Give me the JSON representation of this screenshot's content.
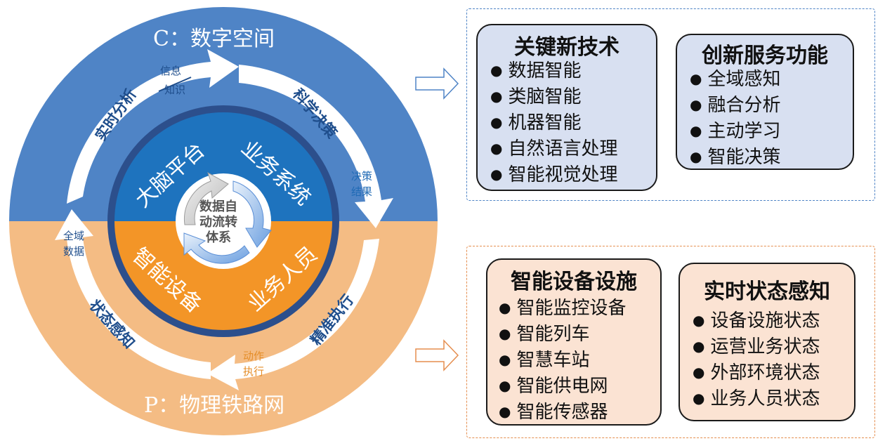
{
  "cyber_space_label": "C：数字空间",
  "physical_space_label": "P：物理铁路网",
  "outer_ring": {
    "realtime_analysis": "实时分析",
    "scientific_decision": "科学决策",
    "state_sensing": "状态感知",
    "precise_execution": "精准执行"
  },
  "small_labels": {
    "information": "信息",
    "knowledge": "知识",
    "decision_result_1": "决策",
    "decision_result_2": "结果",
    "global_data_1": "全域",
    "global_data_2": "数据",
    "action_exec_1": "动作",
    "action_exec_2": "执行"
  },
  "inner_ring": {
    "brain_platform": "大脑平台",
    "business_system": "业务系统",
    "smart_equipment": "智能设备",
    "business_staff": "业务人员"
  },
  "center": [
    "数据自",
    "动流转",
    "体系"
  ],
  "cards": {
    "key_tech": {
      "title": "关键新技术",
      "items": [
        "数据智能",
        "类脑智能",
        "机器智能",
        "自然语言处理",
        "智能视觉处理"
      ]
    },
    "innovative_service": {
      "title": "创新服务功能",
      "items": [
        "全域感知",
        "融合分析",
        "主动学习",
        "智能决策"
      ]
    },
    "smart_facilities": {
      "title": "智能设备设施",
      "items": [
        "智能监控设备",
        "智能列车",
        "智慧车站",
        "智能供电网",
        "智能传感器"
      ]
    },
    "realtime_state": {
      "title": "实时状态感知",
      "items": [
        "设备设施状态",
        "运营业务状态",
        "外部环境状态",
        "业务人员状态"
      ]
    }
  },
  "colors": {
    "blue": "#4f84c6",
    "orange": "#f4bc84",
    "inner_blue": "#1e73be",
    "inner_orange": "#f39527",
    "card_blue": "#d8e0f1",
    "card_orange": "#fbe3d3"
  }
}
